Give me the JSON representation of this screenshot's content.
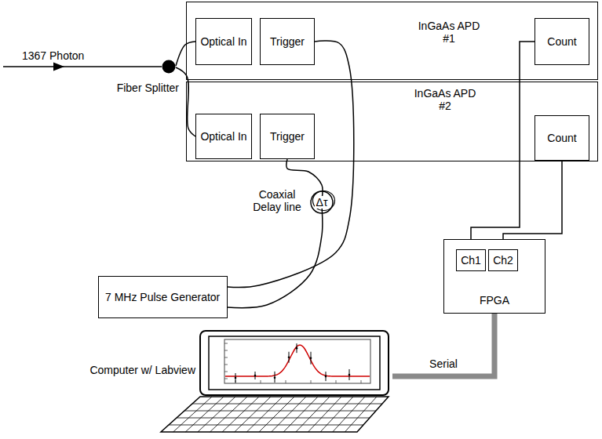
{
  "diagram": {
    "nodes": [
      {
        "text": [
          "InGaAs APD #1"
        ]
      },
      {
        "text": [
          "Optical In"
        ],
        "in": 0
      },
      {
        "text": [
          "Trigger"
        ],
        "in": 0
      },
      {
        "text": [
          "Count"
        ],
        "in": 0
      },
      {
        "text": [
          "InGaAs APD #2"
        ]
      },
      {
        "text": [
          "Optical In"
        ],
        "in": 4
      },
      {
        "text": [
          "Trigger"
        ],
        "in": 4
      },
      {
        "text": [
          "Count"
        ],
        "in": 4
      },
      {
        "text": [
          "Fiber Splitter"
        ]
      },
      {
        "text": [
          "7 MHz Pulse Generator"
        ]
      },
      {
        "text": [
          "FPGA"
        ]
      },
      {
        "text": [
          "Ch1"
        ],
        "in": 10
      },
      {
        "text": [
          "Ch2"
        ],
        "in": 10
      },
      {
        "text": [
          "Computer w/ Labview"
        ]
      }
    ],
    "edges": [
      {
        "from": 8,
        "to": 1,
        "arrow": "none"
      },
      {
        "from": 8,
        "to": 5,
        "arrow": "none"
      },
      {
        "from": 9,
        "to": 2,
        "arrow": "none"
      },
      {
        "from": 9,
        "to": 6,
        "arrow": "none"
      },
      {
        "from": 3,
        "to": 11,
        "arrow": "none"
      },
      {
        "from": 7,
        "to": 12,
        "arrow": "none"
      },
      {
        "from": 10,
        "to": 13,
        "label": "Serial",
        "arrow": "none"
      }
    ],
    "labels": [
      "1367 Photon",
      "Coaxial Delay line",
      "Δτ"
    ]
  }
}
